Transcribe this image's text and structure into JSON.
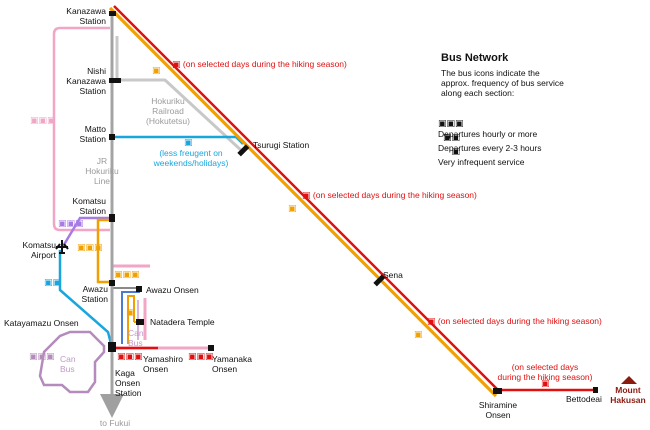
{
  "stations": {
    "kanazawa": "Kanazawa\nStation",
    "nishi_kanazawa": "Nishi\nKanazawa\nStation",
    "matto": "Matto\nStation",
    "komatsu": "Komatsu\nStation",
    "komatsu_airport": "Komatsu\nAirport",
    "awazu": "Awazu\nStation",
    "kaga_onsen": "Kaga\nOnsen\nStation",
    "tsurugi": "Tsurugi Station",
    "sena": "Sena",
    "shiramine": "Shiramine\nOnsen",
    "bettodeai": "Bettodeai",
    "mount_hakusan": "Mount\nHakusan",
    "awazu_onsen": "Awazu Onsen",
    "natadera": "Natadera Temple",
    "katayamazu": "Katayamazu Onsen",
    "yamashiro": "Yamashiro\nOnsen",
    "yamanaka": "Yamanaka\nOnsen"
  },
  "lines": {
    "hokuriku_railroad": "Hokuriku\nRailroad\n(Hokutetsu)",
    "jr_hokuriku": "JR\nHokuriku\nLine",
    "can_bus_left": "Can\nBus",
    "can_bus_center": "Can\nBus",
    "to_fukui": "to Fukui"
  },
  "notes": {
    "seasonal_1": "(on selected days during the hiking season)",
    "seasonal_2": "(on selected days during the hiking season)",
    "seasonal_3": "(on selected days during the hiking season)",
    "seasonal_4": "(on selected days\nduring the hiking season)",
    "weekends": "(less freugent on\nweekends/holidays)"
  },
  "legend": {
    "title": "Bus Network",
    "description": "The bus icons indicate the\napprox. frequency of bus service\nalong each section:",
    "items": [
      {
        "icons": "▣▣▣",
        "text": "Departures hourly or more"
      },
      {
        "icons": "▣▣",
        "text": "Departures every 2-3 hours"
      },
      {
        "icons": "▣",
        "text": "Very infrequent service"
      }
    ]
  },
  "bus_icons": {
    "hourly": "▣▣▣",
    "every_2_3h": "▣▣",
    "infrequent": "▣"
  },
  "colors": {
    "red_route": "#e01010",
    "orange_route": "#f0a000",
    "jr_line": "#a0a0a0",
    "hokutetsu": "#c0c0c0",
    "blue_route": "#19a6dd",
    "pink_route": "#f0a0c0",
    "purple_route": "#a070e0",
    "can_bus": "#b080b8",
    "mountain": "#8b1a10"
  }
}
